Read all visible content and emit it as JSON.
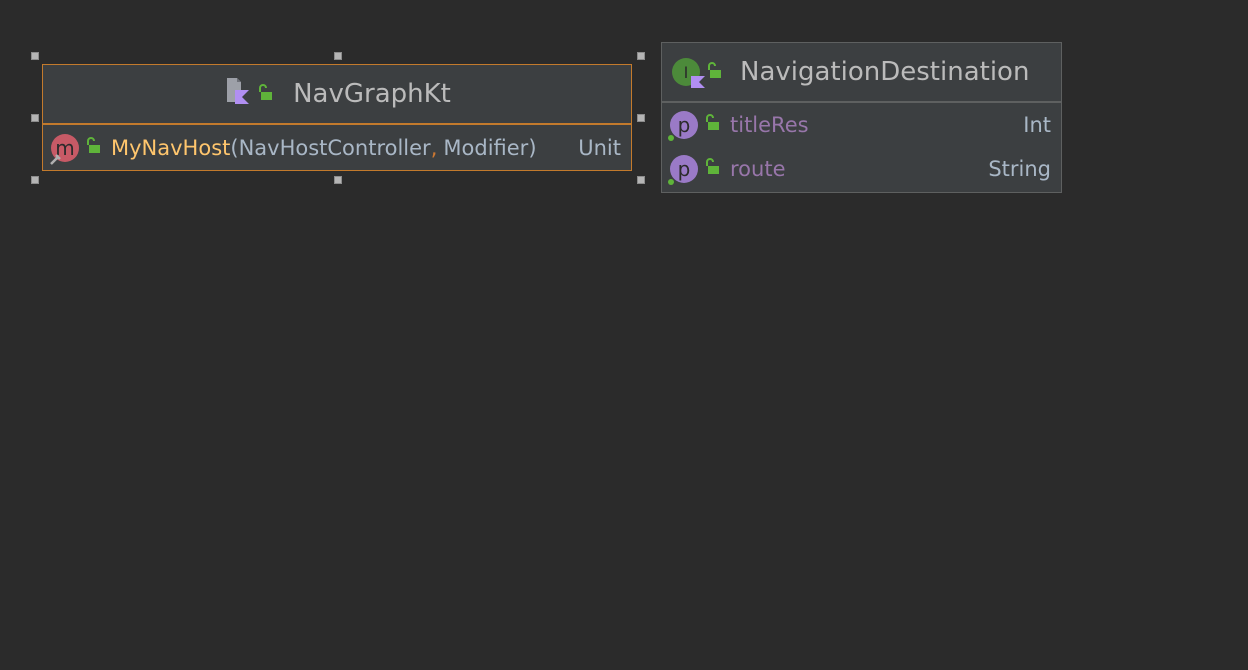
{
  "nodes": {
    "navgraphkt": {
      "title": "NavGraphKt",
      "method": {
        "name": "MyNavHost",
        "open_paren": "(",
        "param1": "NavHostController",
        "comma": ",",
        "param2": "Modifier",
        "close_paren": ")",
        "return_type": "Unit"
      }
    },
    "navdest": {
      "title": "NavigationDestination",
      "props": [
        {
          "name": "titleRes",
          "type": "Int"
        },
        {
          "name": "route",
          "type": "String"
        }
      ]
    }
  },
  "icons": {
    "class_file": "kotlin-file-icon",
    "method": "method-icon",
    "property": "property-icon",
    "interface": "interface-icon",
    "public": "unlocked-lock-icon"
  },
  "colors": {
    "selection_border": "#c37a2c",
    "method_name": "#ffc66d",
    "property_name": "#9876aa",
    "public_lock": "#5fb43a",
    "property_badge": "#9a7ac7",
    "method_badge": "#c75a66",
    "interface_badge": "#4c8a3a"
  },
  "badges": {
    "method_letter": "m",
    "property_letter": "p",
    "interface_letter": "I"
  }
}
